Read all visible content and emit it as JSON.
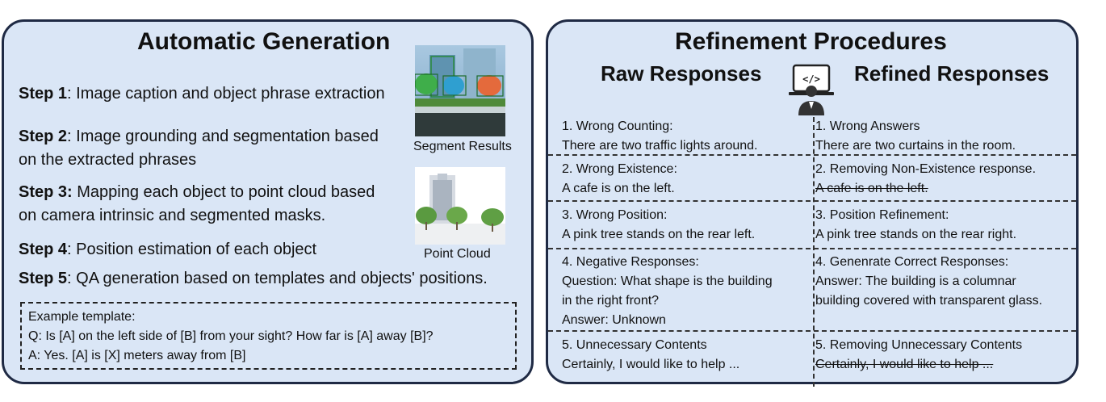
{
  "left": {
    "title": "Automatic Generation",
    "steps": [
      {
        "label": "Step 1",
        "sep": ": ",
        "lines": [
          "Image caption and object phrase extraction"
        ]
      },
      {
        "label": "Step 2",
        "sep": ": ",
        "lines": [
          "Image grounding and segmentation based",
          "on the extracted phrases"
        ]
      },
      {
        "label": "Step 3:",
        "sep": " ",
        "lines": [
          "Mapping each object to point cloud based",
          "on camera intrinsic and segmented masks."
        ]
      },
      {
        "label": "Step 4",
        "sep": ": ",
        "lines": [
          "Position estimation of each object"
        ]
      },
      {
        "label": "Step 5",
        "sep": ": ",
        "lines": [
          "QA generation based on templates and objects' positions."
        ]
      }
    ],
    "segment_caption": "Segment Results",
    "pointcloud_caption": "Point Cloud",
    "template": {
      "lines": [
        "Example template:",
        "Q: Is [A] on the left side of [B] from your sight? How far is [A] away [B]?",
        "A: Yes. [A] is [X] meters away from [B]"
      ]
    }
  },
  "right": {
    "title": "Refinement Procedures",
    "raw_header": "Raw Responses",
    "refined_header": "Refined Responses",
    "icon": "developer-icon",
    "icon_glyph": "</>",
    "rows": [
      {
        "raw": [
          "1. Wrong Counting:",
          "There are two traffic lights around."
        ],
        "refined": [
          "1. Wrong Answers",
          "There are two curtains in the room."
        ],
        "refined_strike": []
      },
      {
        "raw": [
          "2. Wrong Existence:",
          "A cafe is on the left."
        ],
        "refined": [
          "2. Removing Non-Existence response.",
          "A cafe is on the left."
        ],
        "refined_strike": [
          1
        ]
      },
      {
        "raw": [
          "3. Wrong Position:",
          "A pink tree stands on the rear left."
        ],
        "refined": [
          "3. Position Refinement:",
          "A pink tree stands on the rear right."
        ],
        "refined_strike": []
      },
      {
        "raw": [
          "4. Negative Responses:",
          "Question: What shape is the building",
          "in the right front?",
          "Answer: Unknown"
        ],
        "refined": [
          "4. Genenrate Correct Responses:",
          "Answer: The building is a columnar",
          "building covered with transparent glass."
        ],
        "refined_strike": []
      },
      {
        "raw": [
          "5. Unnecessary Contents",
          "Certainly, I would like to help ..."
        ],
        "refined": [
          "5. Removing Unnecessary Contents",
          "Certainly, I would like to help ..."
        ],
        "refined_strike": [
          1
        ]
      }
    ]
  },
  "colors": {
    "panel_bg": "#dae6f6",
    "panel_border": "#1f2a44"
  }
}
